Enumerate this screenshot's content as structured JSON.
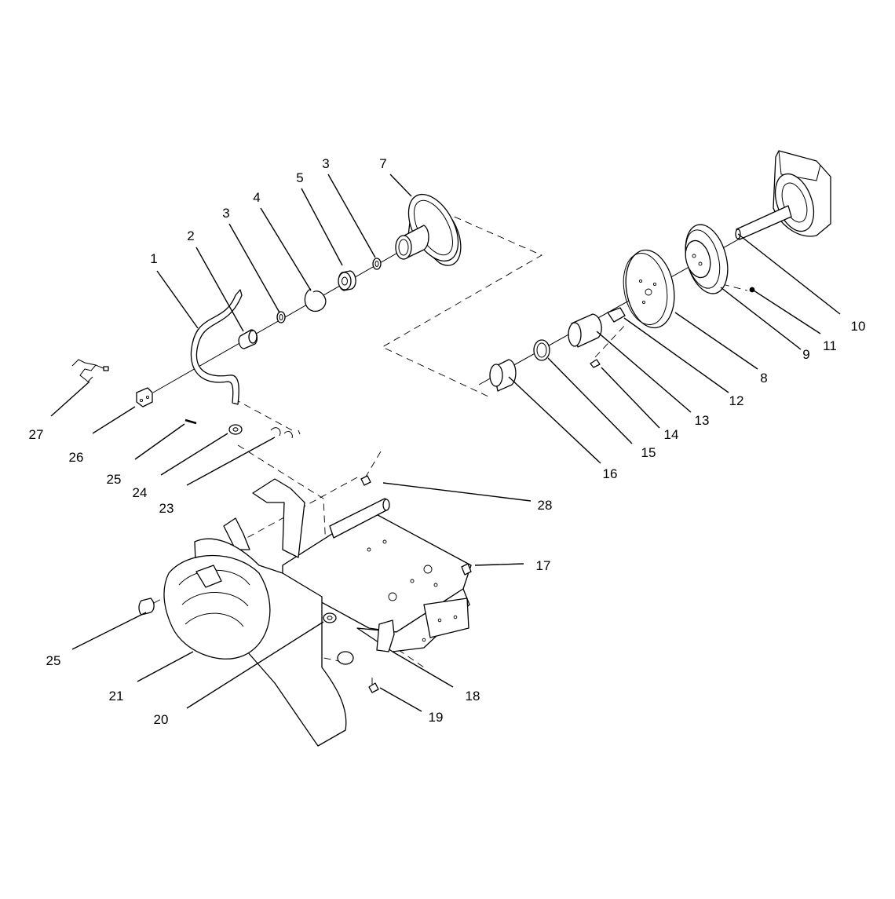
{
  "callouts": [
    {
      "id": "c1",
      "label": "1"
    },
    {
      "id": "c2",
      "label": "2"
    },
    {
      "id": "c3a",
      "label": "3"
    },
    {
      "id": "c4",
      "label": "4"
    },
    {
      "id": "c5",
      "label": "5"
    },
    {
      "id": "c3b",
      "label": "3"
    },
    {
      "id": "c7",
      "label": "7"
    },
    {
      "id": "c10",
      "label": "10"
    },
    {
      "id": "c11",
      "label": "11"
    },
    {
      "id": "c9",
      "label": "9"
    },
    {
      "id": "c8",
      "label": "8"
    },
    {
      "id": "c12",
      "label": "12"
    },
    {
      "id": "c13",
      "label": "13"
    },
    {
      "id": "c14",
      "label": "14"
    },
    {
      "id": "c15",
      "label": "15"
    },
    {
      "id": "c16",
      "label": "16"
    },
    {
      "id": "c27",
      "label": "27"
    },
    {
      "id": "c26",
      "label": "26"
    },
    {
      "id": "c25a",
      "label": "25"
    },
    {
      "id": "c24",
      "label": "24"
    },
    {
      "id": "c23",
      "label": "23"
    },
    {
      "id": "c28",
      "label": "28"
    },
    {
      "id": "c17",
      "label": "17"
    },
    {
      "id": "c25b",
      "label": "25"
    },
    {
      "id": "c21",
      "label": "21"
    },
    {
      "id": "c20",
      "label": "20"
    },
    {
      "id": "c18",
      "label": "18"
    },
    {
      "id": "c19",
      "label": "19"
    }
  ]
}
